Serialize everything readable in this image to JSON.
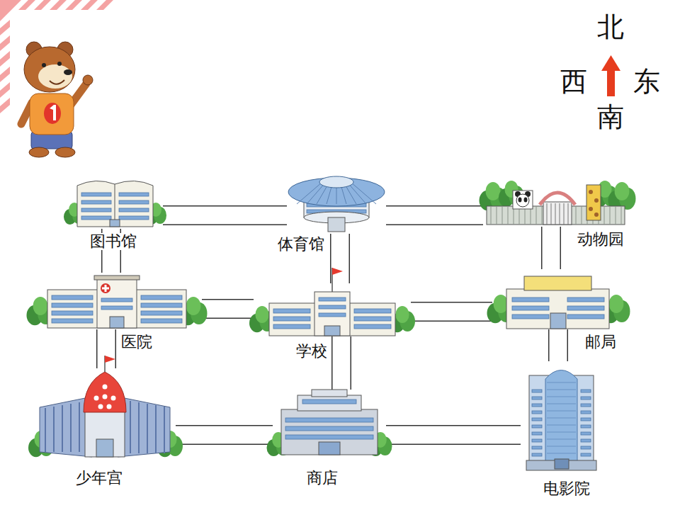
{
  "diagram": {
    "nodes": [
      {
        "text": [
          "图书馆"
        ]
      },
      {
        "text": [
          "体育馆"
        ]
      },
      {
        "text": [
          "动物园"
        ]
      },
      {
        "text": [
          "医院"
        ]
      },
      {
        "text": [
          "学校"
        ]
      },
      {
        "text": [
          "邮局"
        ]
      },
      {
        "text": [
          "少年宫"
        ]
      },
      {
        "text": [
          "商店"
        ]
      },
      {
        "text": [
          "电影院"
        ]
      }
    ],
    "edges": [
      {
        "from": 0,
        "to": 1,
        "arrow": "none"
      },
      {
        "from": 1,
        "to": 2,
        "arrow": "none"
      },
      {
        "from": 0,
        "to": 3,
        "arrow": "none"
      },
      {
        "from": 1,
        "to": 4,
        "arrow": "none"
      },
      {
        "from": 2,
        "to": 5,
        "arrow": "none"
      },
      {
        "from": 3,
        "to": 4,
        "arrow": "none"
      },
      {
        "from": 4,
        "to": 5,
        "arrow": "none"
      },
      {
        "from": 3,
        "to": 6,
        "arrow": "none"
      },
      {
        "from": 4,
        "to": 7,
        "arrow": "none"
      },
      {
        "from": 5,
        "to": 8,
        "arrow": "none"
      },
      {
        "from": 6,
        "to": 7,
        "arrow": "none"
      },
      {
        "from": 7,
        "to": 8,
        "arrow": "none"
      }
    ],
    "labels": [
      "北",
      "西",
      "东",
      "南"
    ]
  }
}
